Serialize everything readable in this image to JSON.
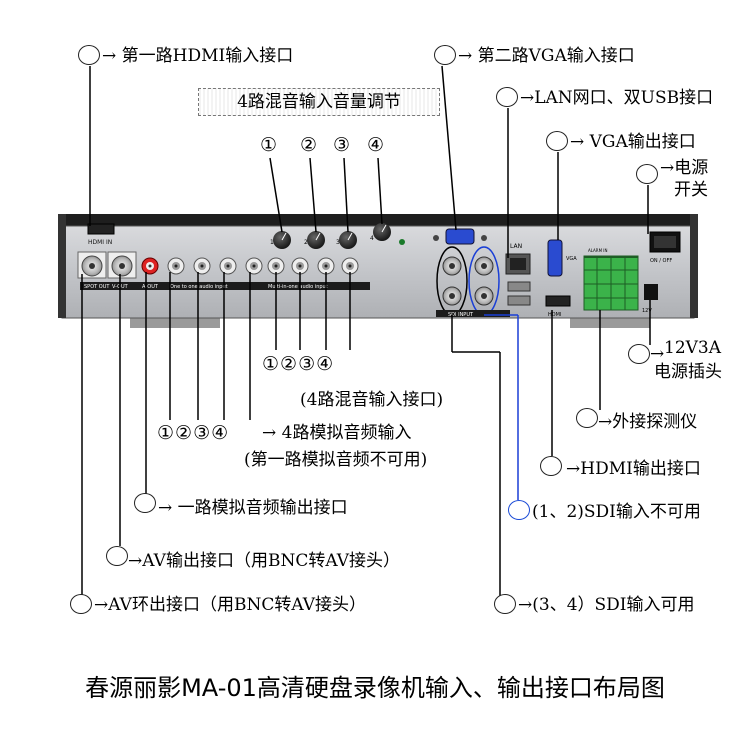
{
  "labels": {
    "hdmi_in_1": "→ 第一路HDMI输入接口",
    "vga_in_2": "→ 第二路VGA输入接口",
    "mix_adjust": "4路混音输入音量调节",
    "lan_usb": "→LAN网口、双USB接口",
    "vga_out": "→ VGA输出接口",
    "power_switch_1": "→电源",
    "power_switch_2": "开关",
    "power_plug_1": "12V3A",
    "power_plug_2": "电源插头",
    "probe": "→外接探测仪",
    "hdmi_out": "→HDMI输出接口",
    "sdi_12": "(1、2)SDI输入不可用",
    "sdi_34": "→(3、4）SDI输入可用",
    "mix_input": "(4路混音输入接口)",
    "analog_in_1": "→ 4路模拟音频输入",
    "analog_in_2": "(第一路模拟音频不可用)",
    "audio_out": "→  一路模拟音频输出接口",
    "av_out": "→AV输出接口（用BNC转AV接头）",
    "av_loop": "→AV环出接口（用BNC转AV接头）"
  },
  "knob_numbers": [
    "①",
    "②",
    "③",
    "④"
  ],
  "mix_numbers": "①②③④",
  "analog_numbers": "①②③④",
  "panel": {
    "hdmi_in": "HDMI IN",
    "spot_out": "SPOT OUT",
    "v_out": "V-OUT",
    "a_out": "A-OUT",
    "one_to_one": "One to one audio input",
    "multi_in_one": "Multi-in-one audio input",
    "lan": "LAN",
    "vga": "VGA",
    "hdmi": "HDMI",
    "alarm_in": "ALARM IN",
    "on_off": "ON / OFF",
    "dc12v": "12V",
    "sdi_input": "SDI INPUT",
    "k1": "1",
    "k2": "2",
    "k3": "3",
    "k4": "4"
  },
  "footer": "春源丽影MA-01高清硬盘录像机输入、输出接口布局图"
}
